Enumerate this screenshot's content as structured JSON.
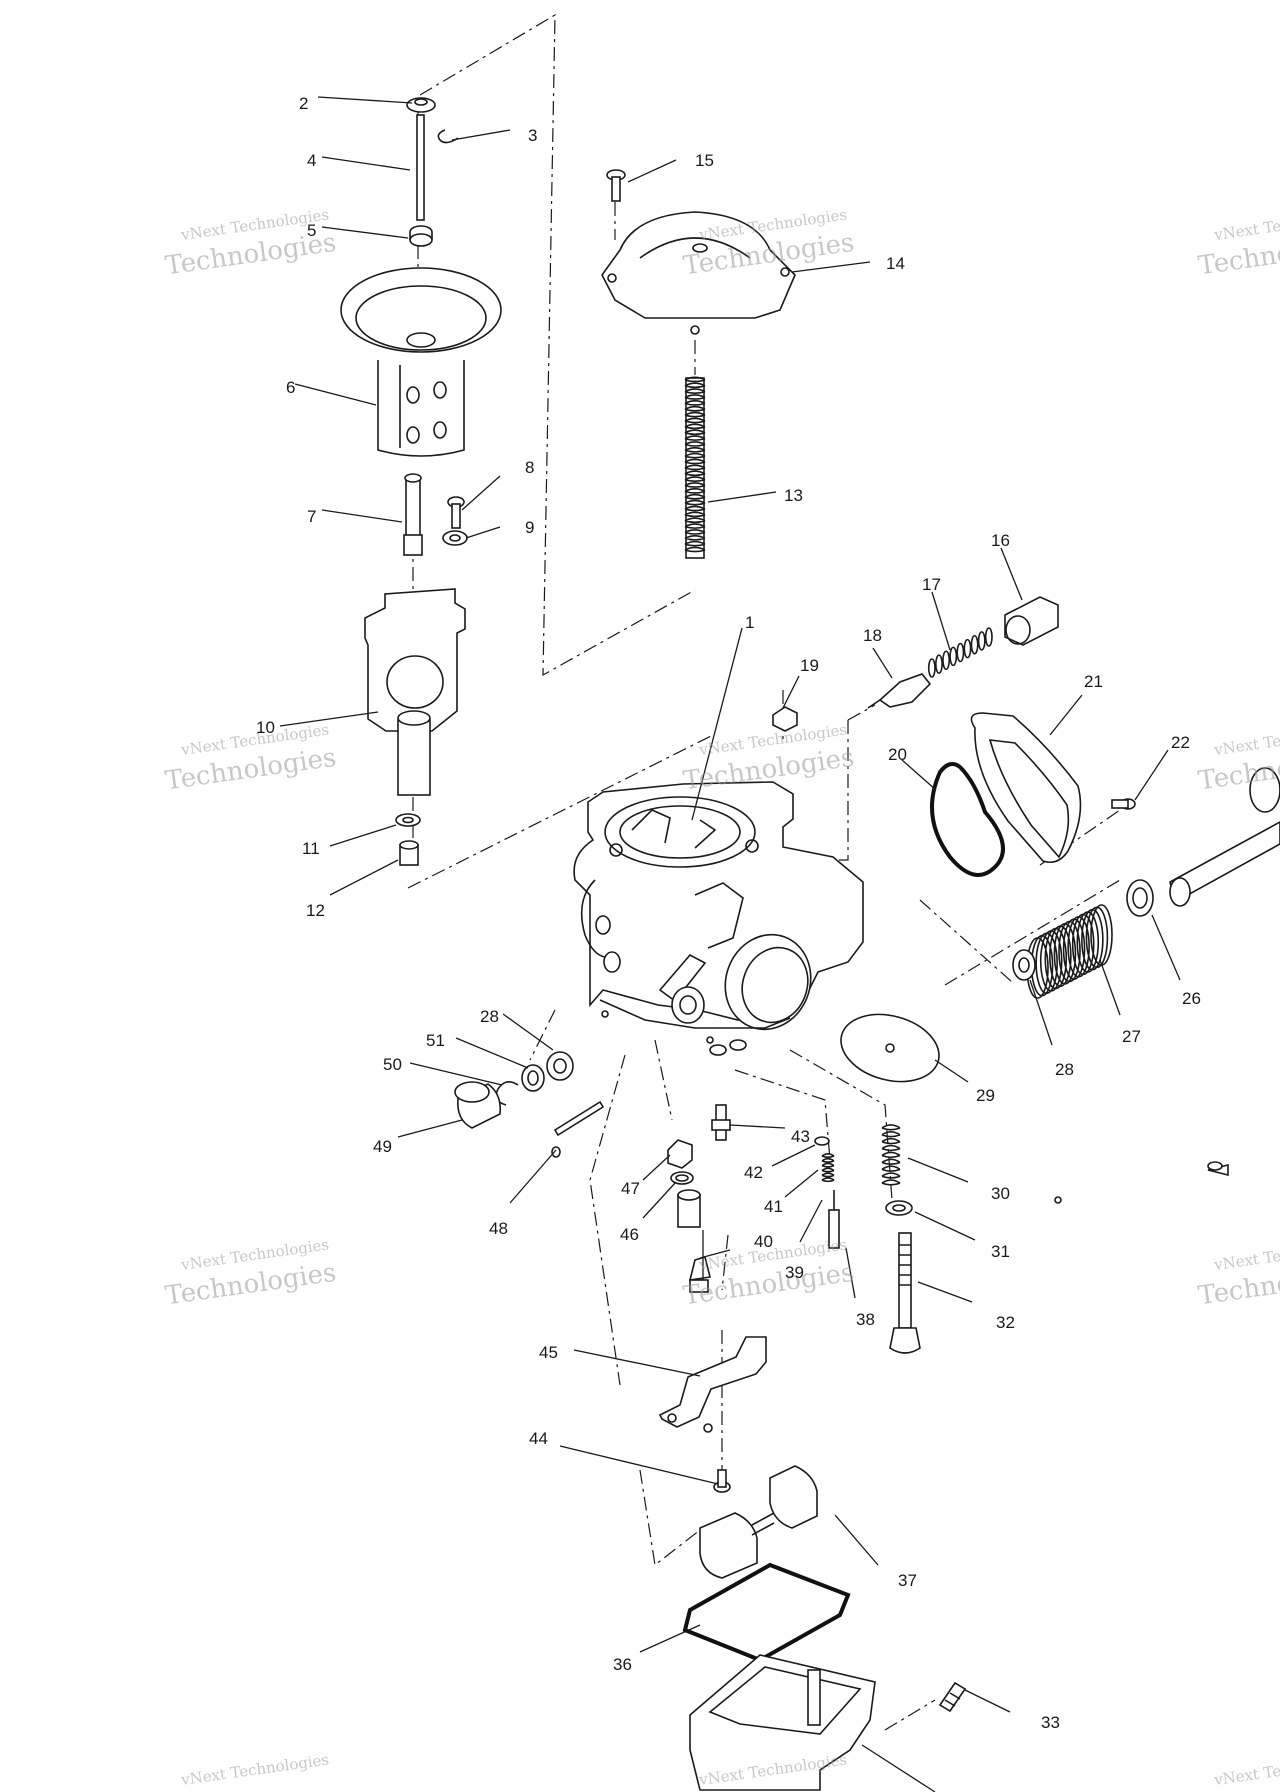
{
  "diagram": {
    "watermark_text": "vNext Technologies",
    "watermark_text_2": "Technologies",
    "callouts": [
      {
        "id": "c1",
        "text": "1"
      },
      {
        "id": "c2",
        "text": "2"
      },
      {
        "id": "c3",
        "text": "3"
      },
      {
        "id": "c4",
        "text": "4"
      },
      {
        "id": "c5",
        "text": "5"
      },
      {
        "id": "c6",
        "text": "6"
      },
      {
        "id": "c7",
        "text": "7"
      },
      {
        "id": "c8",
        "text": "8"
      },
      {
        "id": "c9",
        "text": "9"
      },
      {
        "id": "c10",
        "text": "10"
      },
      {
        "id": "c11",
        "text": "11"
      },
      {
        "id": "c12",
        "text": "12"
      },
      {
        "id": "c13",
        "text": "13"
      },
      {
        "id": "c14",
        "text": "14"
      },
      {
        "id": "c15",
        "text": "15"
      },
      {
        "id": "c16",
        "text": "16"
      },
      {
        "id": "c17",
        "text": "17"
      },
      {
        "id": "c18",
        "text": "18"
      },
      {
        "id": "c19",
        "text": "19"
      },
      {
        "id": "c20",
        "text": "20"
      },
      {
        "id": "c21",
        "text": "21"
      },
      {
        "id": "c22",
        "text": "22"
      },
      {
        "id": "c26",
        "text": "26"
      },
      {
        "id": "c27",
        "text": "27"
      },
      {
        "id": "c28a",
        "text": "28"
      },
      {
        "id": "c28b",
        "text": "28"
      },
      {
        "id": "c29",
        "text": "29"
      },
      {
        "id": "c30",
        "text": "30"
      },
      {
        "id": "c31",
        "text": "31"
      },
      {
        "id": "c32",
        "text": "32"
      },
      {
        "id": "c33",
        "text": "33"
      },
      {
        "id": "c36",
        "text": "36"
      },
      {
        "id": "c37",
        "text": "37"
      },
      {
        "id": "c38",
        "text": "38"
      },
      {
        "id": "c39",
        "text": "39"
      },
      {
        "id": "c40",
        "text": "40"
      },
      {
        "id": "c41",
        "text": "41"
      },
      {
        "id": "c42",
        "text": "42"
      },
      {
        "id": "c43",
        "text": "43"
      },
      {
        "id": "c44",
        "text": "44"
      },
      {
        "id": "c45",
        "text": "45"
      },
      {
        "id": "c46",
        "text": "46"
      },
      {
        "id": "c47",
        "text": "47"
      },
      {
        "id": "c48",
        "text": "48"
      },
      {
        "id": "c49",
        "text": "49"
      },
      {
        "id": "c50",
        "text": "50"
      },
      {
        "id": "c51",
        "text": "51"
      }
    ]
  }
}
